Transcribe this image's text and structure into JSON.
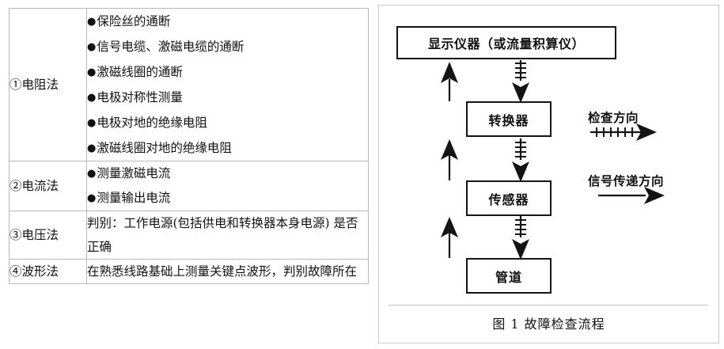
{
  "table": {
    "rows": [
      {
        "method": "①电阻法",
        "type": "bullets",
        "items": [
          "保险丝的通断",
          "信号电缆、激磁电缆的通断",
          "激磁线圈的通断",
          "电极对称性测量",
          "电极对地的绝缘电阻",
          "激磁线圈对地的绝缘电阻"
        ]
      },
      {
        "method": "②电流法",
        "type": "bullets",
        "items": [
          "测量激磁电流",
          "测量输出电流"
        ]
      },
      {
        "method": "③电压法",
        "type": "paragraph",
        "text": "判别：工作电源(包括供电和转换器本身电源) 是否正确"
      },
      {
        "method": "④波形法",
        "type": "paragraph",
        "text": "在熟悉线路基础上测量关键点波形，判别故障所在"
      }
    ],
    "bullet_glyph": "●"
  },
  "figure": {
    "boxes": {
      "display": "显示仪器（或流量积算仪）",
      "converter": "转换器",
      "sensor": "传感器",
      "pipe": "管道"
    },
    "legend": {
      "inspect": "检查方向",
      "signal": "信号传递方向"
    },
    "caption": "图 1  故障检查流程"
  },
  "colors": {
    "table_border": "#b9b9b9",
    "figure_border": "#c9c9c9",
    "ink": "#141414",
    "page_bg": "#ffffff"
  }
}
